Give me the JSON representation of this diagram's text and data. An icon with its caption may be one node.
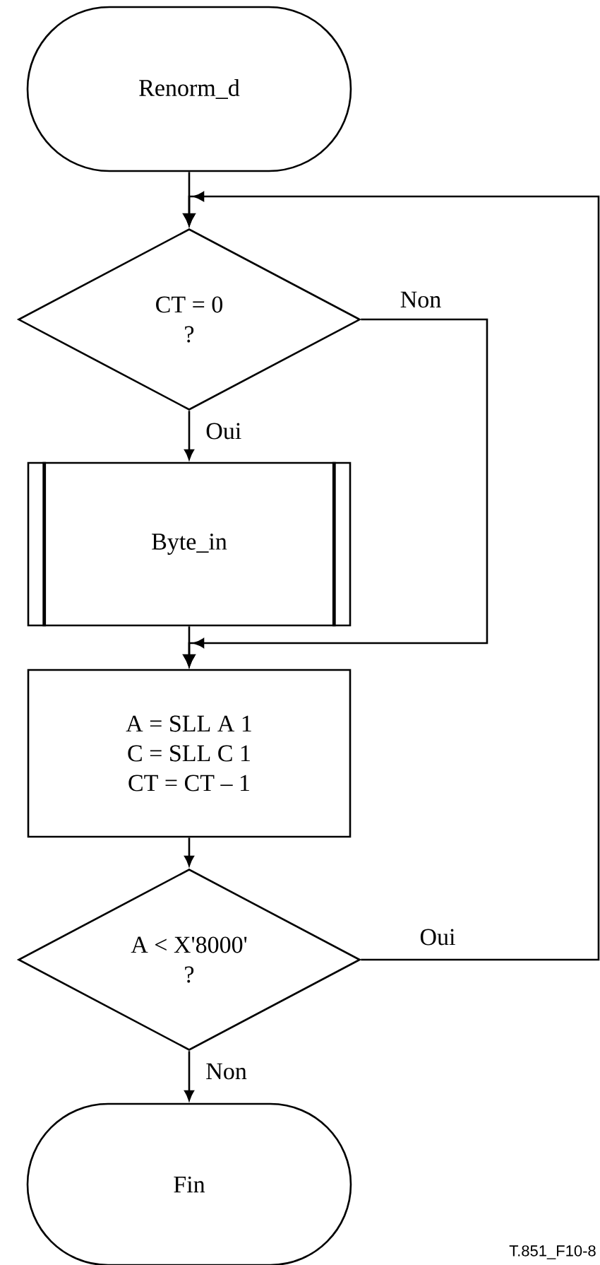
{
  "diagram": {
    "nodes": [
      {
        "text": [
          "Renorm_d"
        ]
      },
      {
        "text": [
          "CT = 0",
          "?"
        ]
      },
      {
        "text": [
          "Byte_in"
        ]
      },
      {
        "text": [
          "A = SLL A 1",
          "C = SLL C 1",
          "CT = CT – 1"
        ]
      },
      {
        "text": [
          "A < X'8000'",
          "?"
        ]
      },
      {
        "text": [
          "Fin"
        ]
      }
    ],
    "edges": [
      {
        "from": 0,
        "to": 1,
        "arrow": "to"
      },
      {
        "from": 1,
        "to": 2,
        "arrow": "to",
        "label": "Oui"
      },
      {
        "from": 1,
        "to": 3,
        "arrow": "to",
        "label": "Non"
      },
      {
        "from": 2,
        "to": 3,
        "arrow": "to"
      },
      {
        "from": 3,
        "to": 4,
        "arrow": "to"
      },
      {
        "from": 4,
        "to": 1,
        "arrow": "to",
        "label": "Oui"
      },
      {
        "from": 4,
        "to": 5,
        "arrow": "to",
        "label": "Non"
      }
    ],
    "labels": [
      "T.851_F10-8"
    ]
  }
}
